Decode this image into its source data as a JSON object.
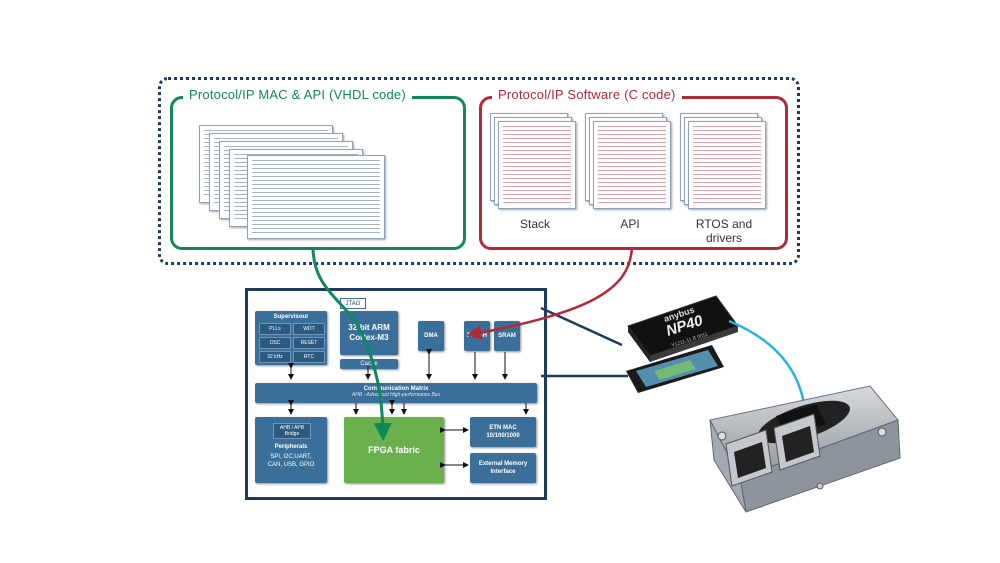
{
  "software_group": {
    "vhdl_title": "Protocol/IP MAC & API (VHDL code)",
    "c_title": "Protocol/IP Software (C code)",
    "stacks": [
      {
        "label": "Stack"
      },
      {
        "label": "API"
      },
      {
        "label": "RTOS and\ndrivers"
      }
    ]
  },
  "soc": {
    "jtag": "JTAG",
    "supervisor": {
      "title": "Supervisour",
      "items": [
        "PLLs",
        "WDT",
        "OSC",
        "RESET",
        "32 kHz",
        "RTC"
      ]
    },
    "cpu": "32-bit ARM\nCortex-M3",
    "cache": "Cache",
    "dma": "DMA",
    "flash": "FLASH",
    "sram": "SRAM",
    "bus_title": "Communication Matrix",
    "bus_subtitle": "AHB - Advanced High-performance Bus",
    "bridge": "AHB / APB\nBridge",
    "peripherals_title": "Peripherals",
    "peripherals_list": "SPI, I2C,UART,\nCAN, USB, GPIO",
    "fpga": "FPGA fabric",
    "etn": "ETN MAC\n10/100/1000",
    "ext_mem": "External Memory\nInterface"
  },
  "chip": {
    "brand": "anybus",
    "model": "NP40",
    "code": "Y1211-11 B  0011"
  },
  "colors": {
    "green": "#11875a",
    "red": "#b02b3a",
    "navy": "#1e3a5c",
    "block_blue": "#3a6f99",
    "fpga_green": "#6ab04c",
    "cyan_arrow": "#2bb3e0"
  }
}
